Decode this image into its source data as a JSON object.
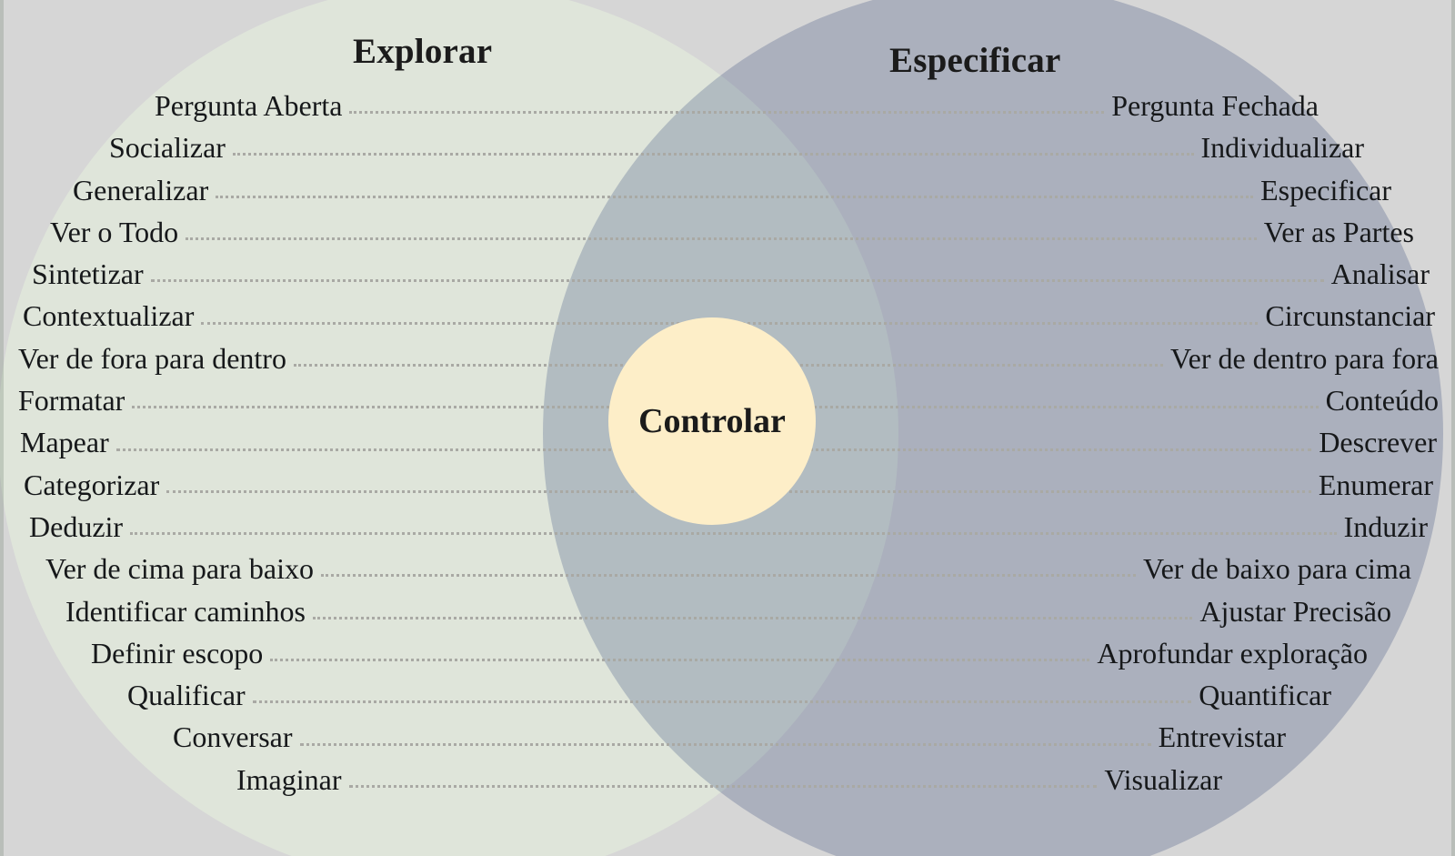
{
  "diagram": {
    "type": "venn",
    "title_left": "Explorar",
    "title_right": "Especificar",
    "center_label": "Controlar",
    "colors": {
      "background": "#d6d6d6",
      "left_circle": "#dfe5da",
      "right_circle": "#ccd2e2",
      "overlap": "#d7dfda",
      "center_circle": "#fdeec8",
      "text": "#16181a",
      "leader_dots": "#a9a9a4"
    }
  },
  "rows": [
    {
      "left": "Pergunta Aberta",
      "right": "Pergunta Fechada"
    },
    {
      "left": "Socializar",
      "right": "Individualizar"
    },
    {
      "left": "Generalizar",
      "right": "Especificar"
    },
    {
      "left": "Ver o Todo",
      "right": "Ver as Partes"
    },
    {
      "left": "Sintetizar",
      "right": "Analisar"
    },
    {
      "left": "Contextualizar",
      "right": "Circunstanciar"
    },
    {
      "left": "Ver de fora para dentro",
      "right": "Ver de dentro para fora"
    },
    {
      "left": "Formatar",
      "right": "Conteúdo"
    },
    {
      "left": "Mapear",
      "right": "Descrever"
    },
    {
      "left": "Categorizar",
      "right": "Enumerar"
    },
    {
      "left": "Deduzir",
      "right": "Induzir"
    },
    {
      "left": "Ver de cima para baixo",
      "right": "Ver de baixo para cima"
    },
    {
      "left": "Identificar caminhos",
      "right": "Ajustar Precisão"
    },
    {
      "left": "Definir escopo",
      "right": "Aprofundar exploração"
    },
    {
      "left": "Qualificar",
      "right": "Quantificar"
    },
    {
      "left": "Conversar",
      "right": "Entrevistar"
    },
    {
      "left": "Imaginar",
      "right": "Visualizar"
    }
  ]
}
